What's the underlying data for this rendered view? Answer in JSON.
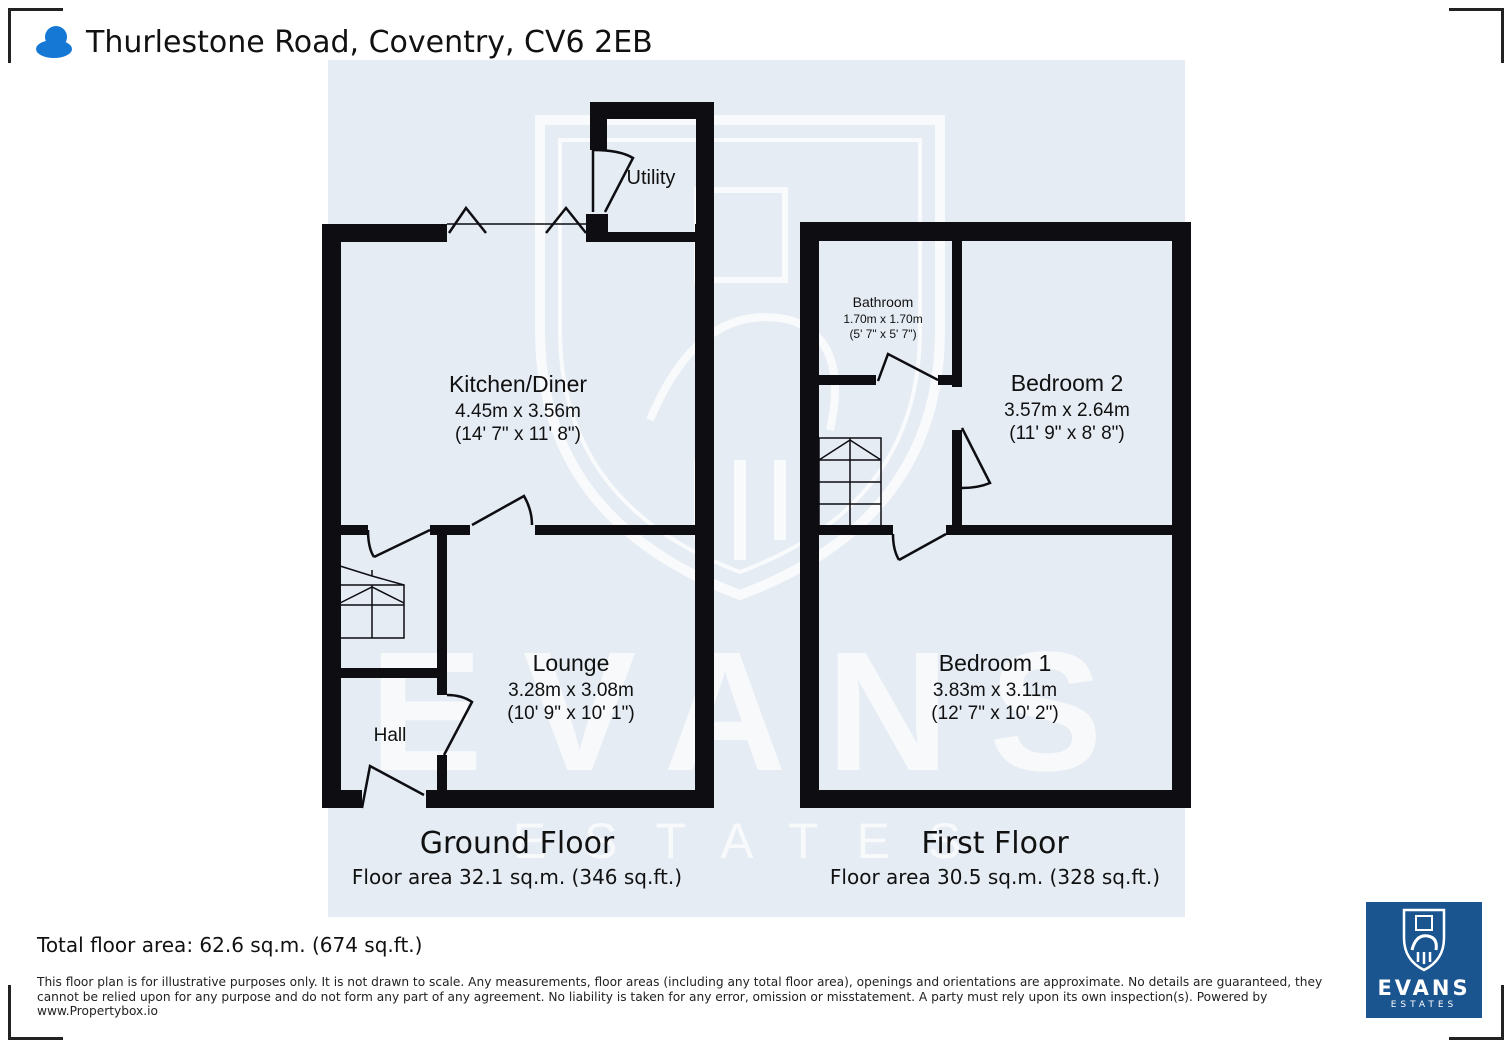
{
  "header": {
    "address": "Thurlestone Road, Coventry, CV6 2EB"
  },
  "floors": [
    {
      "name": "Ground Floor",
      "area": "Floor area 32.1 sq.m. (346 sq.ft.)"
    },
    {
      "name": "First Floor",
      "area": "Floor area 30.5 sq.m. (328 sq.ft.)"
    }
  ],
  "rooms": {
    "utility": {
      "name": "Utility"
    },
    "kitchen": {
      "name": "Kitchen/Diner",
      "metric": "4.45m x 3.56m",
      "imperial": "(14' 7\" x 11' 8\")"
    },
    "lounge": {
      "name": "Lounge",
      "metric": "3.28m x 3.08m",
      "imperial": "(10' 9\" x 10' 1\")"
    },
    "hall": {
      "name": "Hall"
    },
    "bathroom": {
      "name": "Bathroom",
      "metric": "1.70m x 1.70m",
      "imperial": "(5' 7\" x 5' 7\")"
    },
    "bedroom2": {
      "name": "Bedroom 2",
      "metric": "3.57m x 2.64m",
      "imperial": "(11' 9\" x 8' 8\")"
    },
    "bedroom1": {
      "name": "Bedroom 1",
      "metric": "3.83m x 3.11m",
      "imperial": "(12' 7\" x 10' 2\")"
    }
  },
  "watermark": {
    "word": "EVANS",
    "sub": "ESTATES"
  },
  "footer": {
    "total_area": "Total floor area: 62.6 sq.m. (674 sq.ft.)",
    "disclaimer": "This floor plan is for illustrative purposes only. It is not drawn to scale. Any measurements, floor areas (including any total floor area), openings and orientations are approximate. No details are guaranteed, they cannot be relied upon for any purpose and do not form any part of any agreement. No liability is taken for any error, omission or misstatement. A party must rely upon its own inspection(s). Powered by www.Propertybox.io"
  },
  "logo": {
    "word": "EVANS",
    "sub": "ESTATES"
  },
  "colors": {
    "plan_bg": "#e5ecf4",
    "wall": "#0d0d12",
    "brand": "#1b5590",
    "pin": "#1478d4"
  }
}
